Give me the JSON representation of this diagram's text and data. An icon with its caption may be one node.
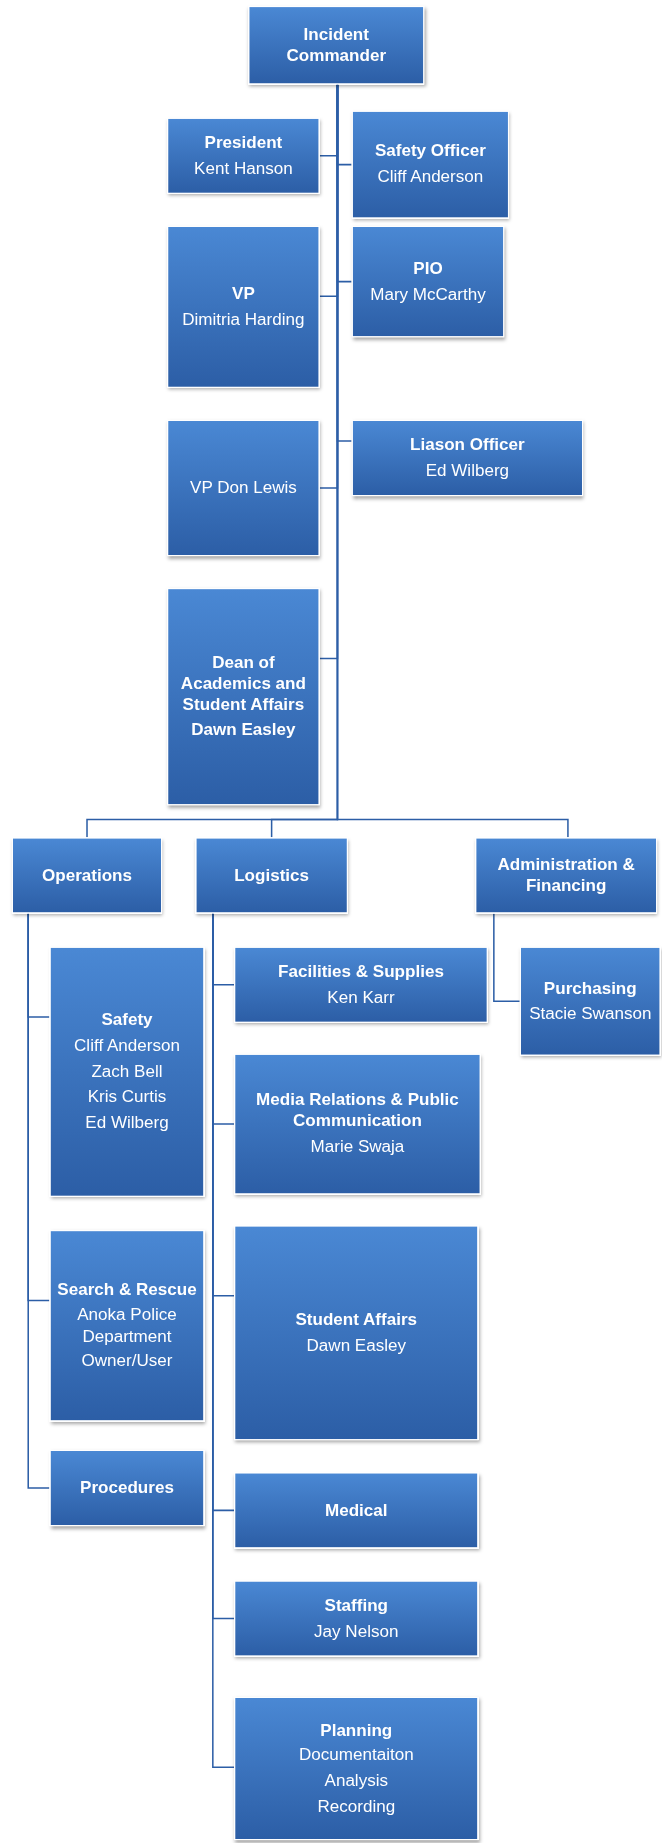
{
  "diagram": {
    "nodes": [
      {
        "text": [
          "Incident Commander"
        ]
      },
      {
        "text": [
          "President",
          "Kent Hanson"
        ]
      },
      {
        "text": [
          "Safety Officer",
          "Cliff Anderson"
        ]
      },
      {
        "text": [
          "VP",
          "Dimitria Harding"
        ]
      },
      {
        "text": [
          "PIO",
          "Mary McCarthy"
        ]
      },
      {
        "text": [
          "VP Don Lewis"
        ]
      },
      {
        "text": [
          "Liason Officer",
          "Ed Wilberg"
        ]
      },
      {
        "text": [
          "Dean of Academics and Student Affairs",
          "Dawn Easley"
        ]
      },
      {
        "text": [
          "Operations"
        ]
      },
      {
        "text": [
          "Logistics"
        ]
      },
      {
        "text": [
          "Administration & Financing"
        ]
      },
      {
        "text": [
          "Safety",
          "Cliff Anderson",
          "Zach Bell",
          "Kris Curtis",
          "Ed Wilberg"
        ]
      },
      {
        "text": [
          "Search & Rescue",
          "Anoka Police Department",
          "Owner/User"
        ]
      },
      {
        "text": [
          "Procedures"
        ]
      },
      {
        "text": [
          "Facilities & Supplies",
          "Ken Karr"
        ]
      },
      {
        "text": [
          "Media Relations & Public Communication",
          "Marie Swaja"
        ]
      },
      {
        "text": [
          "Student Affairs",
          "Dawn Easley"
        ]
      },
      {
        "text": [
          "Medical"
        ]
      },
      {
        "text": [
          "Staffing",
          "Jay Nelson"
        ]
      },
      {
        "text": [
          "Planning",
          "Documentaiton",
          "Analysis",
          "Recording"
        ]
      },
      {
        "text": [
          "Purchasing",
          "Stacie Swanson"
        ]
      }
    ],
    "edges": [
      {
        "from": 0,
        "to": 1,
        "arrow": "none"
      },
      {
        "from": 0,
        "to": 2,
        "arrow": "none"
      },
      {
        "from": 0,
        "to": 3,
        "arrow": "none"
      },
      {
        "from": 0,
        "to": 4,
        "arrow": "none"
      },
      {
        "from": 0,
        "to": 5,
        "arrow": "none"
      },
      {
        "from": 0,
        "to": 6,
        "arrow": "none"
      },
      {
        "from": 0,
        "to": 7,
        "arrow": "none"
      },
      {
        "from": 0,
        "to": 8,
        "arrow": "none"
      },
      {
        "from": 0,
        "to": 9,
        "arrow": "none"
      },
      {
        "from": 0,
        "to": 10,
        "arrow": "none"
      },
      {
        "from": 8,
        "to": 11,
        "arrow": "none"
      },
      {
        "from": 8,
        "to": 12,
        "arrow": "none"
      },
      {
        "from": 8,
        "to": 13,
        "arrow": "none"
      },
      {
        "from": 9,
        "to": 14,
        "arrow": "none"
      },
      {
        "from": 9,
        "to": 15,
        "arrow": "none"
      },
      {
        "from": 9,
        "to": 16,
        "arrow": "none"
      },
      {
        "from": 9,
        "to": 17,
        "arrow": "none"
      },
      {
        "from": 9,
        "to": 18,
        "arrow": "none"
      },
      {
        "from": 9,
        "to": 19,
        "arrow": "none"
      },
      {
        "from": 10,
        "to": 20,
        "arrow": "none"
      }
    ]
  }
}
